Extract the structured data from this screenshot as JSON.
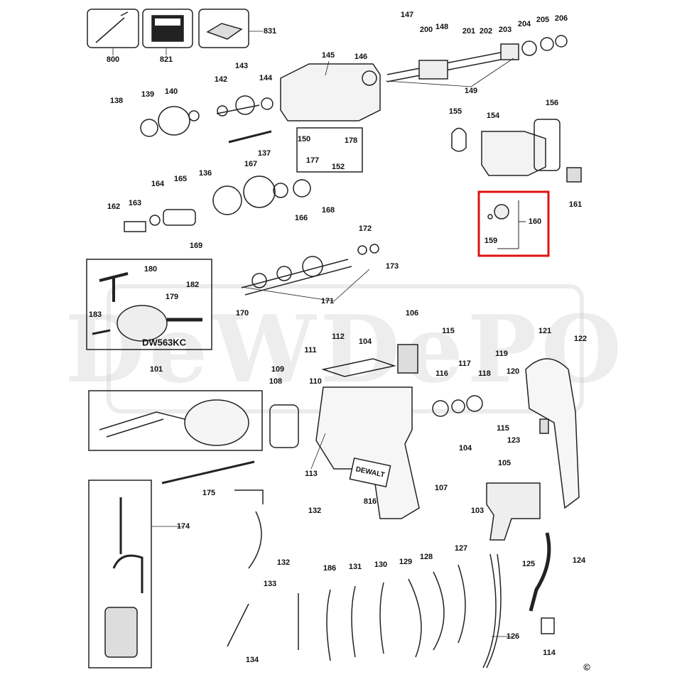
{
  "title": "DW563KC exploded parts diagram",
  "watermark": "DeWDePO",
  "copyright": "©",
  "kit_label": "DW563KC",
  "brand_plate": "DEWALT",
  "highlight_color": "#e01010",
  "highlighted_parts": [
    "159",
    "160"
  ],
  "parts": [
    "800",
    "821",
    "831",
    "147",
    "148",
    "200",
    "201",
    "202",
    "203",
    "204",
    "205",
    "206",
    "145",
    "146",
    "143",
    "144",
    "142",
    "149",
    "138",
    "139",
    "140",
    "155",
    "154",
    "156",
    "137",
    "150",
    "178",
    "177",
    "152",
    "136",
    "167",
    "164",
    "165",
    "162",
    "163",
    "166",
    "168",
    "169",
    "161",
    "160",
    "159",
    "172",
    "173",
    "180",
    "182",
    "179",
    "170",
    "171",
    "183",
    "106",
    "115",
    "121",
    "122",
    "104",
    "112",
    "111",
    "119",
    "117",
    "120",
    "118",
    "116",
    "109",
    "110",
    "101",
    "108",
    "115",
    "123",
    "104",
    "105",
    "113",
    "107",
    "175",
    "816",
    "103",
    "132",
    "174",
    "124",
    "125",
    "132",
    "127",
    "128",
    "129",
    "130",
    "131",
    "186",
    "133",
    "126",
    "114",
    "134"
  ]
}
